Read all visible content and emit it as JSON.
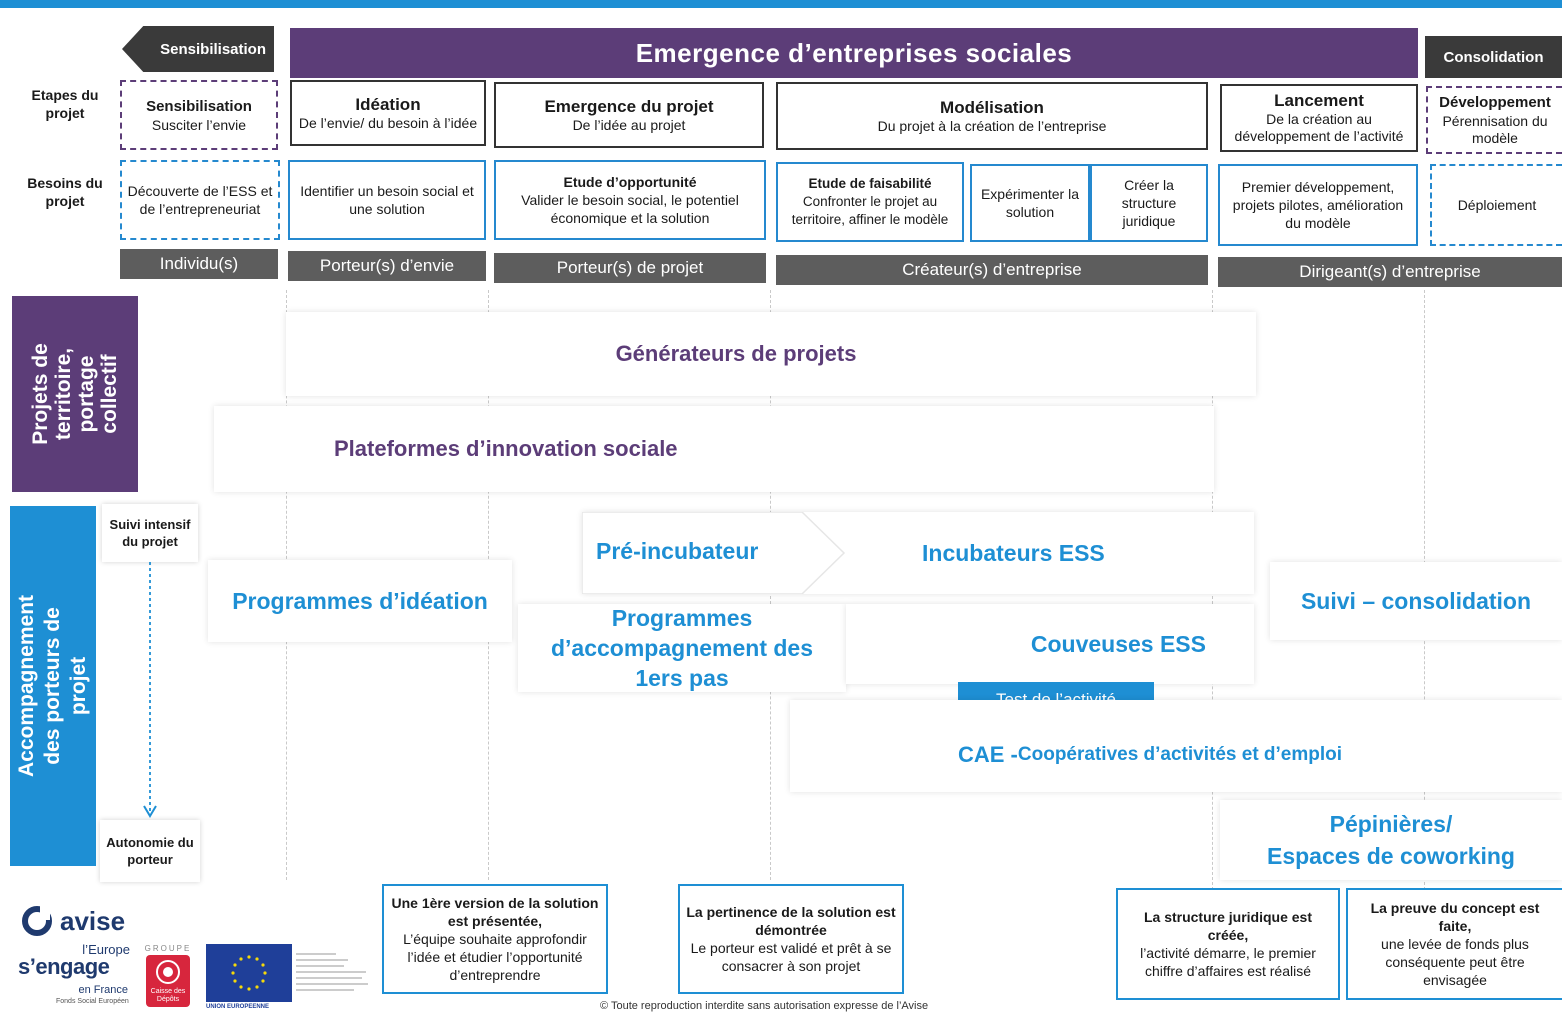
{
  "phases": {
    "left": "Sensibilisation",
    "main": "Emergence d’entreprises sociales",
    "right": "Consolidation"
  },
  "row_labels": {
    "etapes": "Etapes du projet",
    "besoins": "Besoins du projet"
  },
  "stages": [
    {
      "title": "Sensibilisation",
      "desc": "Susciter l’envie"
    },
    {
      "title": "Idéation",
      "desc": "De l’envie/ du besoin à l’idée"
    },
    {
      "title": "Emergence du projet",
      "desc": "De l’idée au projet"
    },
    {
      "title": "Modélisation",
      "desc": "Du projet à la création de l’entreprise"
    },
    {
      "title": "Lancement",
      "desc": "De la création au développement de l’activité"
    },
    {
      "title": "Développement",
      "desc": "Pérennisation du modèle"
    }
  ],
  "needs": [
    {
      "title": "",
      "desc": "Découverte de l’ESS et de l’entrepreneuriat"
    },
    {
      "title": "",
      "desc": "Identifier un besoin social et une solution"
    },
    {
      "title": "Etude d’opportunité",
      "desc": "Valider le besoin social, le potentiel économique et la solution"
    },
    {
      "title": "Etude de faisabilité",
      "desc": "Confronter le projet au territoire, affiner le modèle"
    },
    {
      "title": "",
      "desc": "Expérimenter la solution"
    },
    {
      "title": "",
      "desc": "Créer la structure juridique"
    },
    {
      "title": "",
      "desc": "Premier développement, projets pilotes, amélioration du modèle"
    },
    {
      "title": "",
      "desc": "Déploiement"
    }
  ],
  "actors": [
    "Individu(s)",
    "Porteur(s) d’envie",
    "Porteur(s) de projet",
    "Créateur(s) d’entreprise",
    "Dirigeant(s) d’entreprise"
  ],
  "sidebars": {
    "territoire": "Projets de territoire, portage collectif",
    "accompagnement": "Accompagnement des porteurs de projet"
  },
  "axis": {
    "top": "Suivi intensif du projet",
    "bottom": "Autonomie du porteur"
  },
  "programs": {
    "generateurs": "Générateurs de projets",
    "plateformes": "Plateformes d’innovation sociale",
    "pre_incubateur": "Pré-incubateur",
    "incubateurs": "Incubateurs ESS",
    "ideation": "Programmes d’idéation",
    "suivi": "Suivi – consolidation",
    "premiers_pas": "Programmes d’accompagnement des 1ers pas",
    "couveuses": "Couveuses ESS",
    "test": "Test de l’activité",
    "cae_prefix": "CAE - ",
    "cae": "Coopératives d’activités et d’emploi",
    "pepinieres_1": "Pépinières/",
    "pepinieres_2": "Espaces de coworking"
  },
  "milestones": [
    {
      "bold": "Une 1ère version de la solution est présentée,",
      "text": "L’équipe souhaite approfondir l’idée et étudier l’opportunité d’entreprendre"
    },
    {
      "bold": "La pertinence de la solution est démontrée",
      "text": "Le porteur est validé et prêt à se consacrer à son projet"
    },
    {
      "bold": "La structure juridique est créée,",
      "text": "l’activité démarre, le premier chiffre d’affaires est réalisé"
    },
    {
      "bold": "La preuve du concept est faite,",
      "text": "une levée de fonds plus conséquente peut être envisagée"
    }
  ],
  "footer": {
    "copyright": "© Toute reproduction interdite sans autorisation expresse de l’Avise",
    "logo_avise": "avise",
    "logo_europe": "l’Europe",
    "logo_engage": "s’engage",
    "logo_france": "en France",
    "logo_fse": "Fonds Social Européen",
    "logo_groupe": "GROUPE",
    "logo_cdc": "Caisse des Dépôts",
    "logo_ue": "UNION EUROPEENNE"
  },
  "colors": {
    "purple": "#5c3d78",
    "blue": "#1e8fd4",
    "dark": "#3a3a3a",
    "actor_gray": "#5d5d5d"
  }
}
